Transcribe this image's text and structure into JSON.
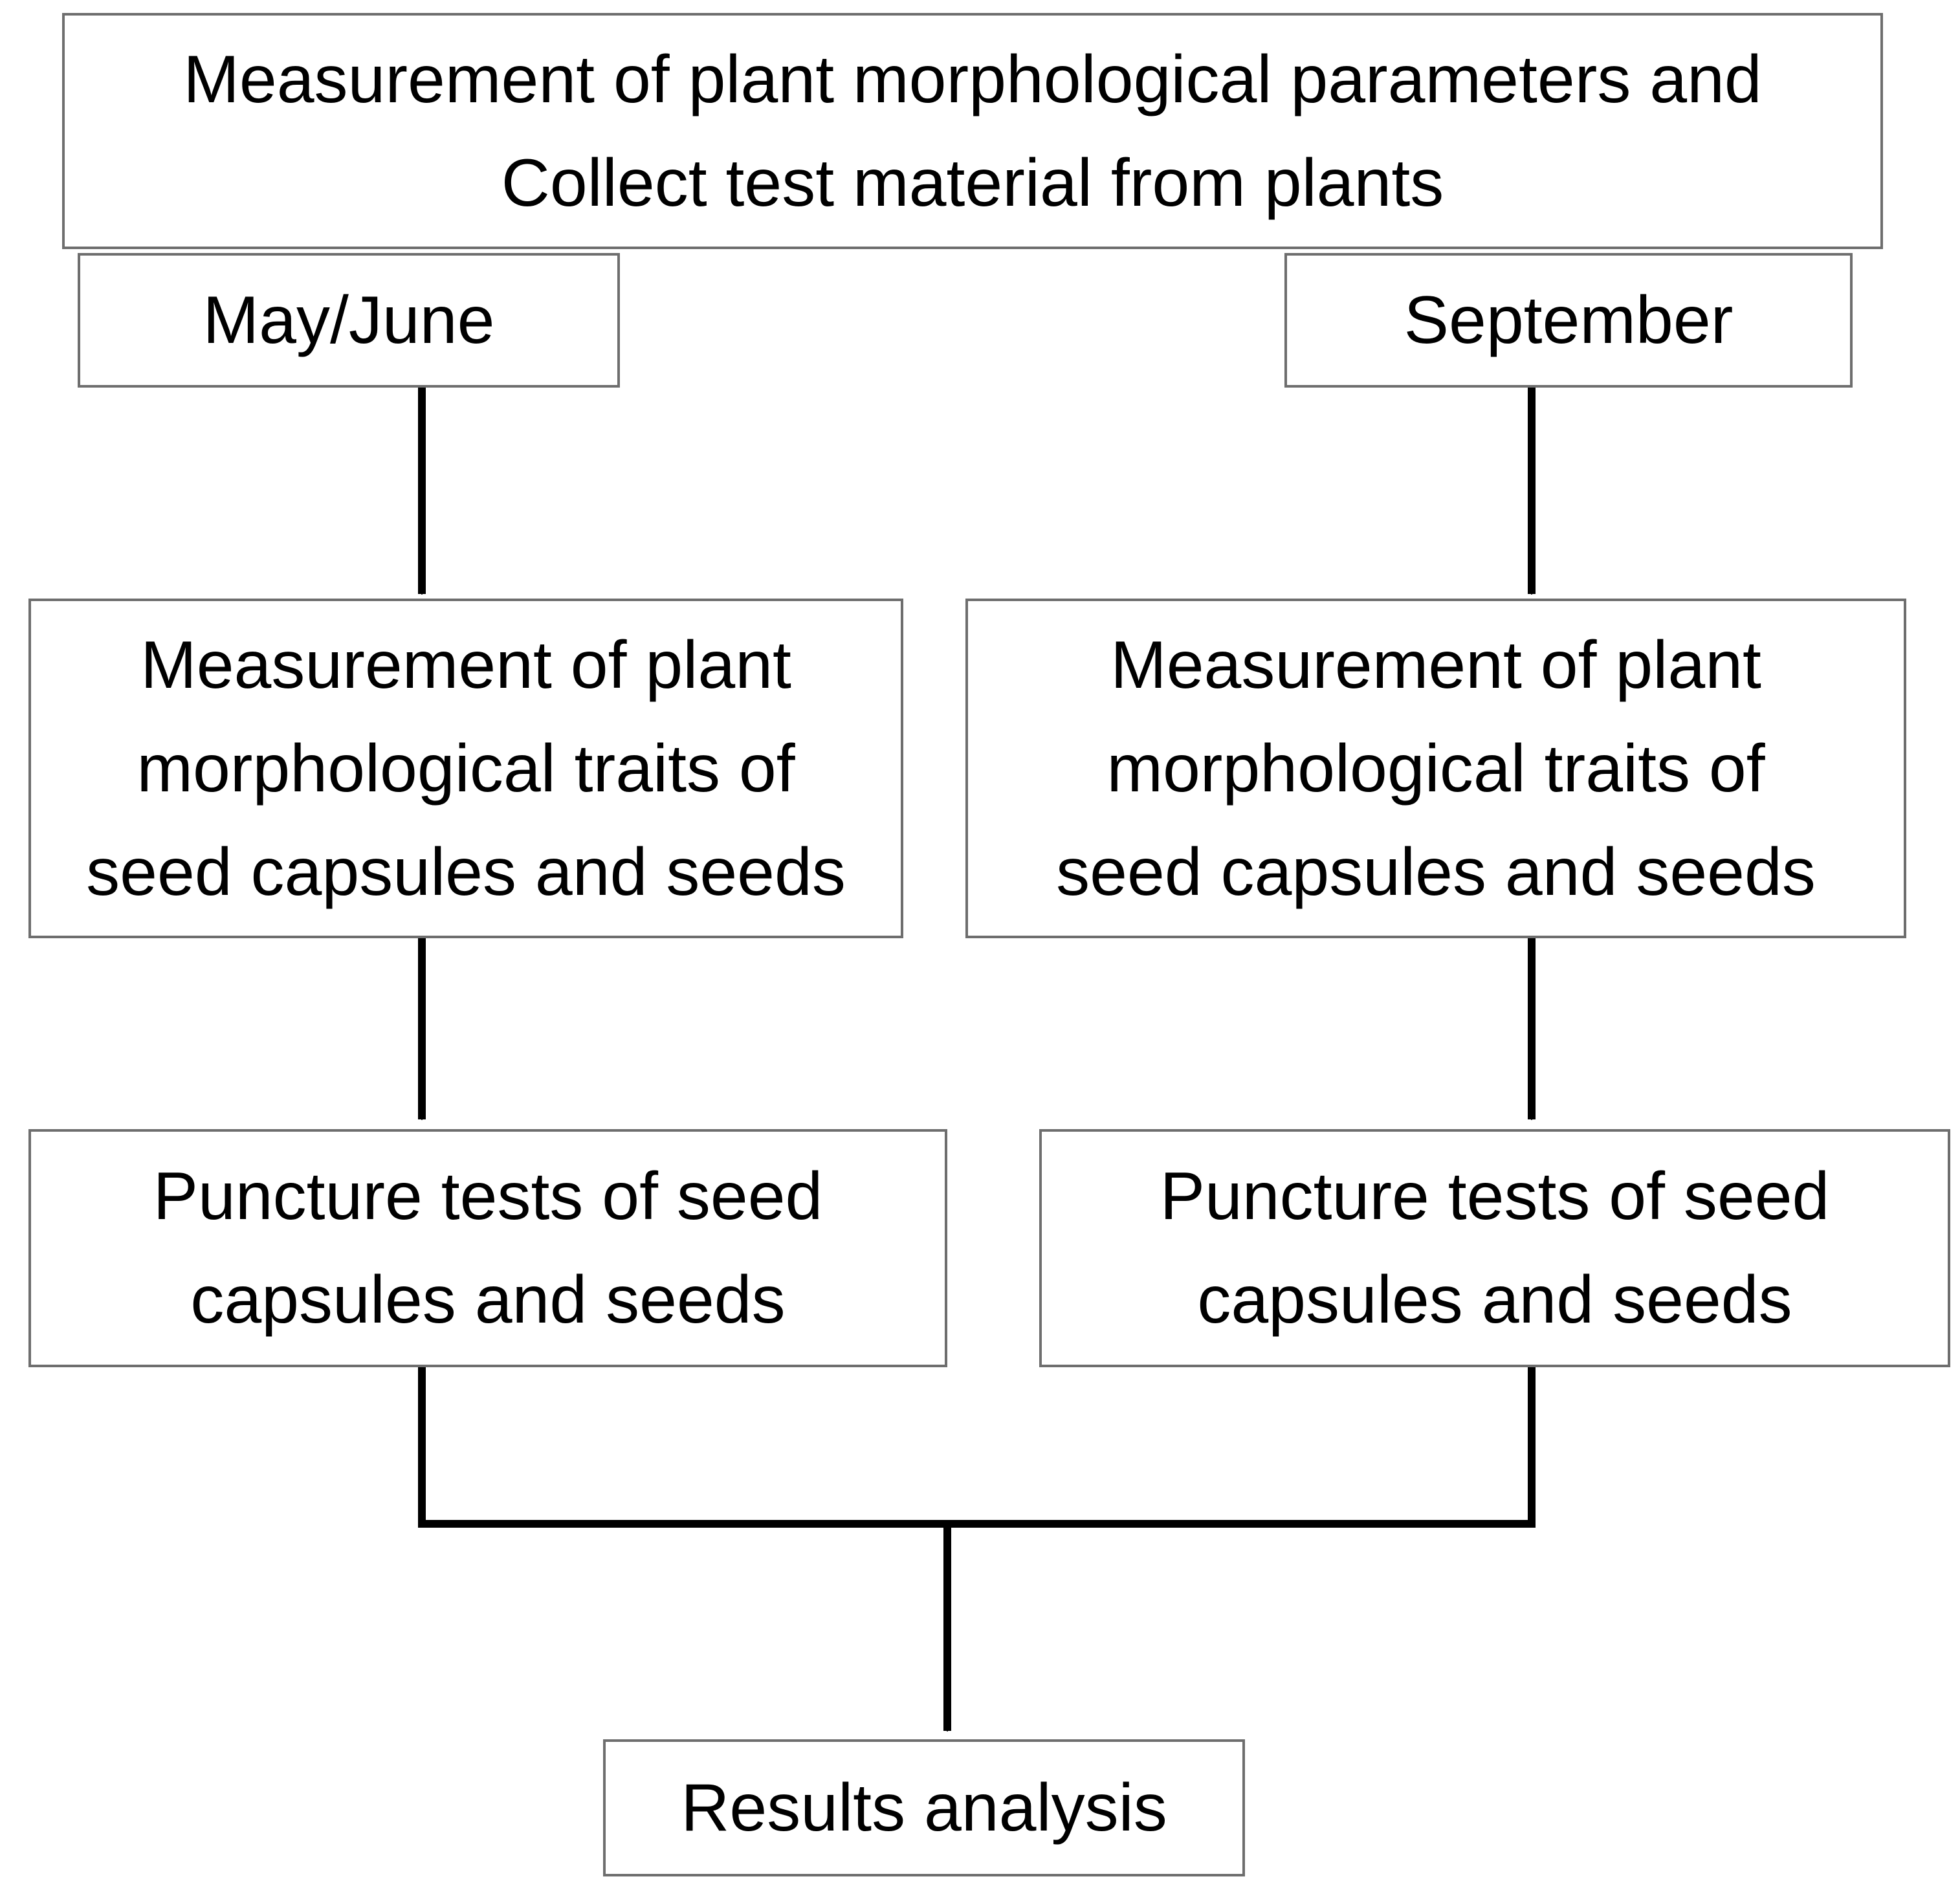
{
  "diagram": {
    "top_box": {
      "lines": [
        "Measurement of plant morphological parameters and",
        "Collect test material from plants"
      ]
    },
    "left_label": {
      "lines": [
        "May/June"
      ]
    },
    "right_label": {
      "lines": [
        "September"
      ]
    },
    "left_measurement": {
      "lines": [
        "Measurement of plant",
        "morphological traits of",
        "seed capsules and seeds"
      ]
    },
    "right_measurement": {
      "lines": [
        "Measurement of plant",
        "morphological traits of",
        "seed capsules and seeds"
      ]
    },
    "left_puncture": {
      "lines": [
        "Puncture tests of seed",
        "capsules and seeds"
      ]
    },
    "right_puncture": {
      "lines": [
        "Puncture tests of seed",
        "capsules and seeds"
      ]
    },
    "results_box": {
      "lines": [
        "Results analysis"
      ]
    }
  },
  "colors": {
    "box_border": "#6e6e6e",
    "connector": "#000000",
    "text": "#000000",
    "background": "#ffffff"
  }
}
